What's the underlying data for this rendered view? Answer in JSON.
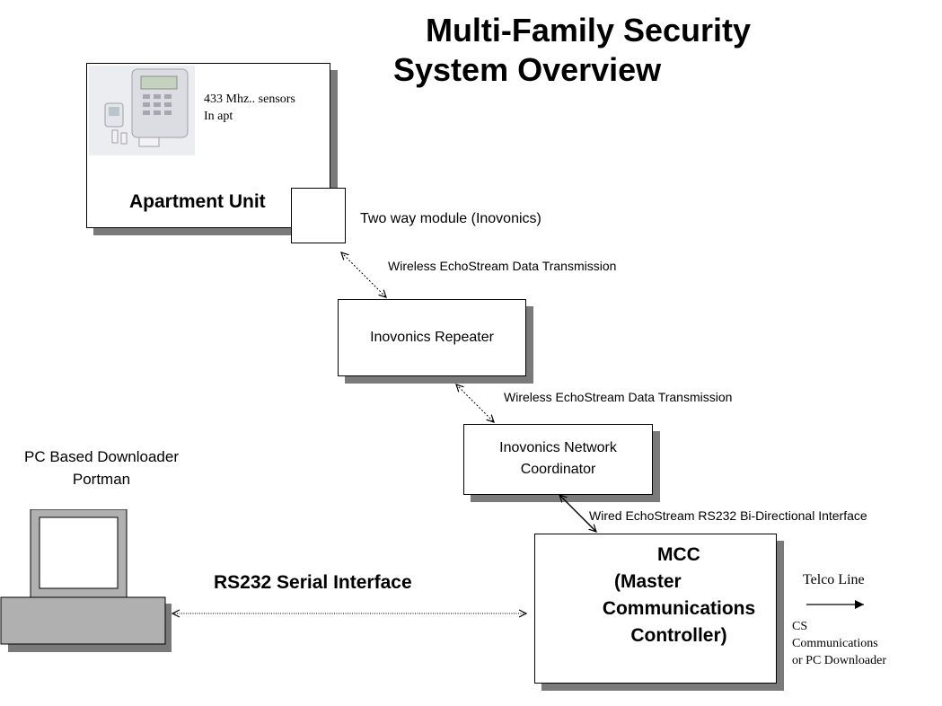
{
  "title": {
    "line1": "Multi-Family Security",
    "line2": "System Overview"
  },
  "apartment": {
    "sensor_note_line1": "433 Mhz.. sensors",
    "sensor_note_line2": "In apt",
    "label": "Apartment Unit",
    "device_image_icon": "alarm-keypad-and-sensors"
  },
  "module": {
    "label": "Two way module (Inovonics)"
  },
  "links": {
    "wireless1": "Wireless EchoStream Data Transmission",
    "wireless2": "Wireless EchoStream Data Transmission",
    "wired": "Wired EchoStream RS232 Bi-Directional Interface",
    "rs232": "RS232 Serial Interface",
    "telco": "Telco Line"
  },
  "repeater": {
    "label": "Inovonics Repeater"
  },
  "coordinator": {
    "line1": "Inovonics Network",
    "line2": "Coordinator"
  },
  "pc": {
    "line1": "PC Based Downloader",
    "line2": "Portman",
    "icon": "desktop-computer-icon"
  },
  "mcc": {
    "line1": "MCC",
    "line2": "(Master",
    "line3": "Communications",
    "line4": "Controller)"
  },
  "cs": {
    "line1": "CS",
    "line2": "Communications",
    "line3": "or PC Downloader"
  },
  "colors": {
    "shadow": "#7a7a7a",
    "pc_body": "#b0b0b0",
    "device_bg": "#ecedf0"
  }
}
